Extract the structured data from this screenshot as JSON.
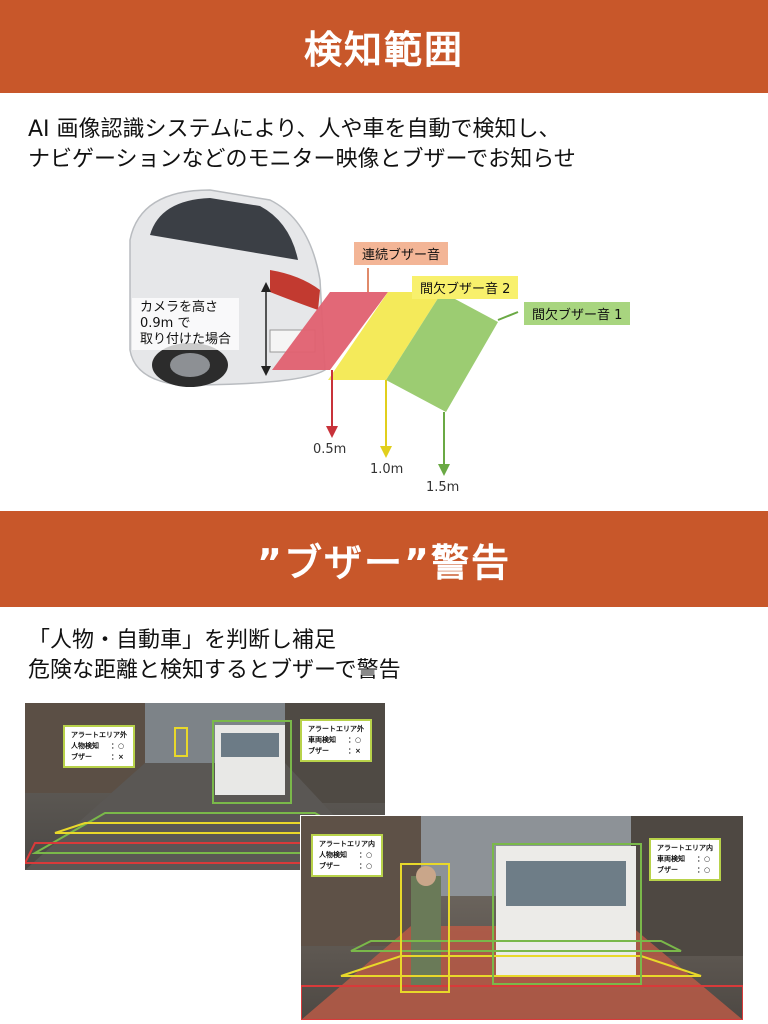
{
  "section1": {
    "title": "検知範囲",
    "desc_line1": "AI 画像認識システムにより、人や車を自動で検知し、",
    "desc_line2": "ナビゲーションなどのモニター映像とブザーでお知らせ"
  },
  "diagram": {
    "camera_label_line1": "カメラを高さ",
    "camera_label_line2": "0.9m で",
    "camera_label_line3": "取り付けた場合",
    "zones": [
      {
        "label": "連続ブザー音",
        "distance": "0.5m",
        "color": "#e06070",
        "tag_color": "#f3b596",
        "arrow_color": "#c8323a"
      },
      {
        "label": "間欠ブザー音 2",
        "distance": "1.0m",
        "color": "#f4ea5a",
        "tag_color": "#f8f06c",
        "arrow_color": "#e1cf1c"
      },
      {
        "label": "間欠ブザー音 1",
        "distance": "1.5m",
        "color": "#9ccc72",
        "tag_color": "#a8d57f",
        "arrow_color": "#6aa944"
      }
    ]
  },
  "section2": {
    "title": "”ブザー”警告",
    "desc_line1": "「人物・自動車」を判断し補足",
    "desc_line2": "危険な距離と検知するとブザーで警告"
  },
  "photo1": {
    "box_left": {
      "title": "アラートエリア外",
      "rows": [
        {
          "k": "人物検知",
          "v": "：○"
        },
        {
          "k": "ブザー",
          "v": "：×"
        }
      ]
    },
    "box_right": {
      "title": "アラートエリア外",
      "rows": [
        {
          "k": "車両検知",
          "v": "：○"
        },
        {
          "k": "ブザー",
          "v": "：×"
        }
      ]
    }
  },
  "photo2": {
    "box_left": {
      "title": "アラートエリア内",
      "rows": [
        {
          "k": "人物検知",
          "v": "：○"
        },
        {
          "k": "ブザー",
          "v": "：○"
        }
      ]
    },
    "box_right": {
      "title": "アラートエリア内",
      "rows": [
        {
          "k": "車両検知",
          "v": "：○"
        },
        {
          "k": "ブザー",
          "v": "：○"
        }
      ]
    }
  }
}
